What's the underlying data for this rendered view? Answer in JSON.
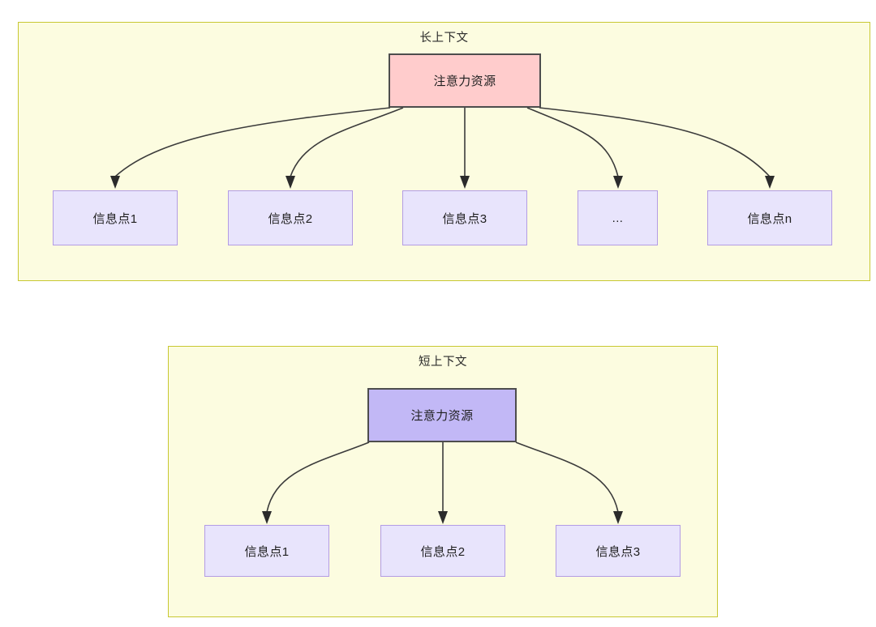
{
  "diagram": {
    "title_long": "长上下文",
    "title_short": "短上下文",
    "groups": [
      {
        "id": "long-context",
        "label": "长上下文",
        "root": {
          "label": "注意力资源",
          "fill": "#ffcccc",
          "stroke": "#4d4d4d"
        },
        "children": [
          {
            "label": "信息点1"
          },
          {
            "label": "信息点2"
          },
          {
            "label": "信息点3"
          },
          {
            "label": "..."
          },
          {
            "label": "信息点n"
          }
        ]
      },
      {
        "id": "short-context",
        "label": "短上下文",
        "root": {
          "label": "注意力资源",
          "fill": "#c2b8f6",
          "stroke": "#4d4d4d"
        },
        "children": [
          {
            "label": "信息点1"
          },
          {
            "label": "信息点2"
          },
          {
            "label": "信息点3"
          }
        ]
      }
    ],
    "colors": {
      "group_fill": "#fcfce0",
      "group_stroke": "#c8c832",
      "info_fill": "#e8e4fc",
      "info_stroke": "#b39ce4",
      "edge_stroke": "#3b3b3b",
      "text": "#1f1f1f",
      "page_background": "#ffffff"
    }
  }
}
